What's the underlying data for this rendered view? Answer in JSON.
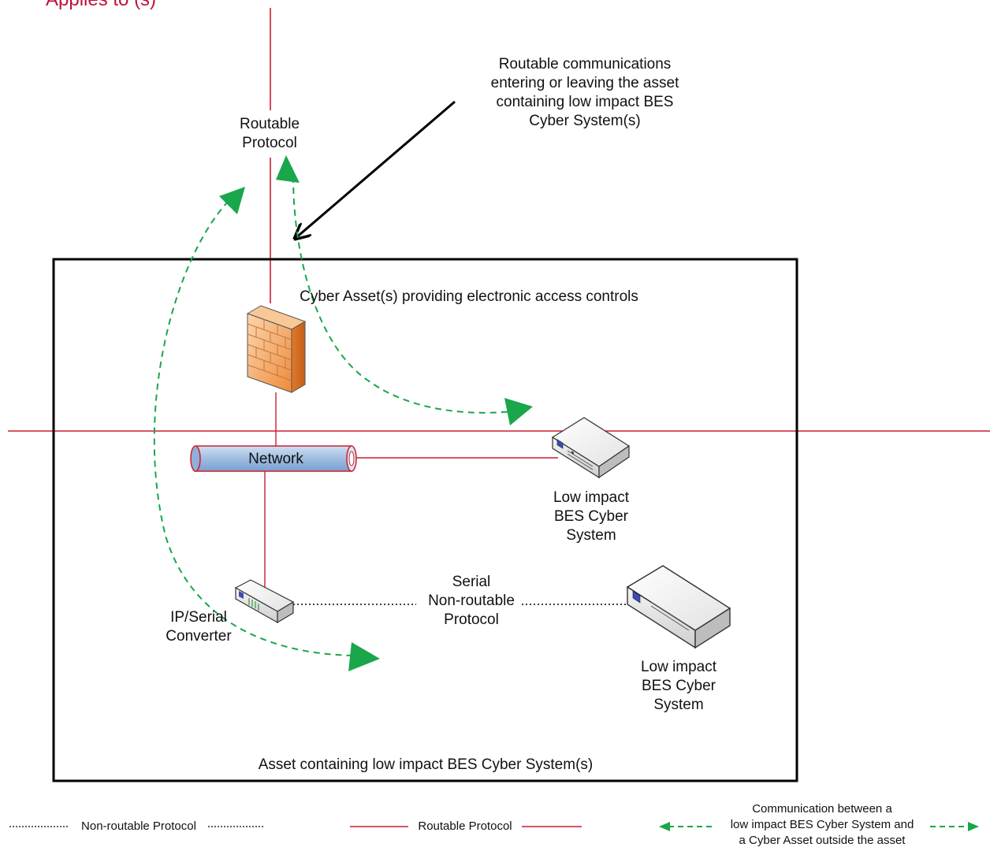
{
  "top_cut_label": "Applies to (s)",
  "labels": {
    "routable_protocol": "Routable\nProtocol",
    "routable_comms": "Routable communications\nentering or leaving the asset\ncontaining low impact BES\nCyber System(s)",
    "eac": "Cyber Asset(s) providing electronic access controls",
    "network": "Network",
    "low_impact_1": "Low impact\nBES Cyber\nSystem",
    "low_impact_2": "Low impact\nBES Cyber\nSystem",
    "converter": "IP/Serial\nConverter",
    "serial": "Serial\nNon-routable\nProtocol",
    "asset": "Asset containing low impact BES Cyber System(s)"
  },
  "legend": {
    "non_routable": "Non-routable Protocol",
    "routable": "Routable Protocol",
    "communication": "Communication between a\nlow impact BES Cyber System and\na Cyber Asset outside the asset"
  },
  "colors": {
    "routable_line": "#cc1f2f",
    "comm_arrow": "#1aa64a",
    "boundary": "#000000",
    "network_fill": "#a9c5e4",
    "firewall_fill": "#f2a65a"
  },
  "icons": {
    "firewall": "firewall-icon",
    "network": "network-cylinder-icon",
    "device": "server-icon",
    "converter": "converter-icon"
  }
}
